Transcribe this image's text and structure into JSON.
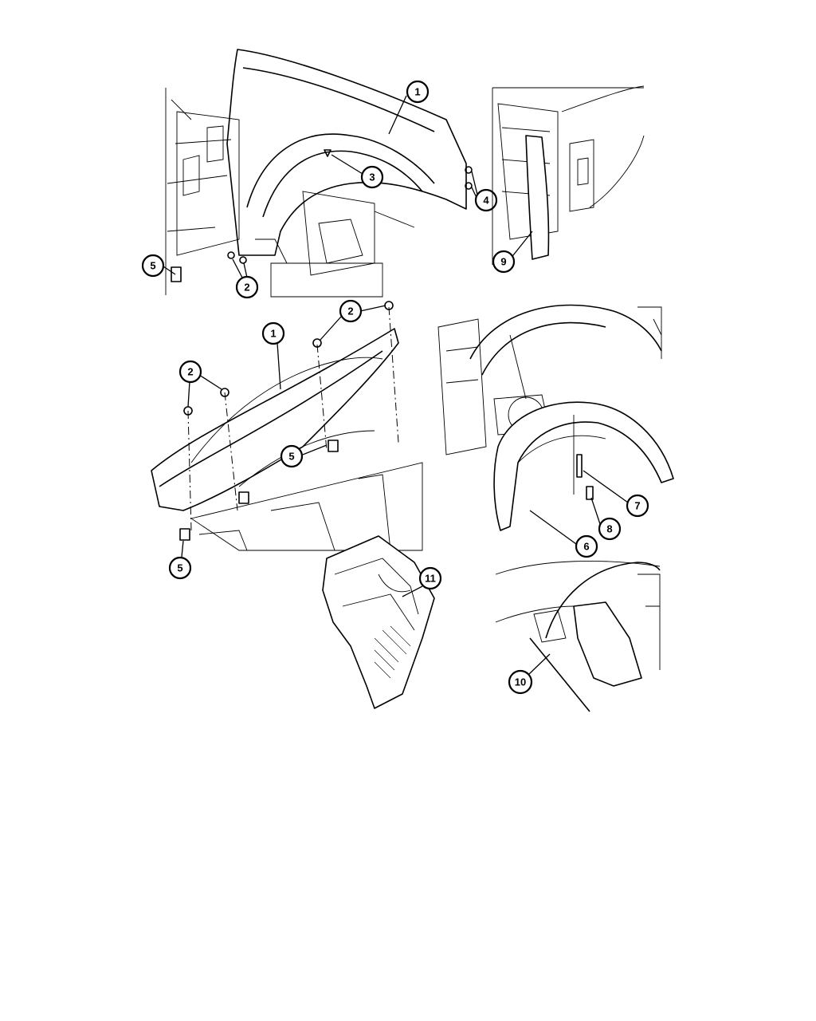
{
  "colors": {
    "line": "#000000",
    "paper": "#ffffff"
  },
  "views": [
    {
      "name": "fender-front-view",
      "callouts": [
        {
          "label": "1"
        },
        {
          "label": "3"
        },
        {
          "label": "4"
        },
        {
          "label": "5"
        },
        {
          "label": "2"
        }
      ]
    },
    {
      "name": "side-view-detail",
      "callouts": [
        {
          "label": "9"
        }
      ]
    },
    {
      "name": "fender-mounting-view",
      "callouts": [
        {
          "label": "2"
        },
        {
          "label": "1"
        },
        {
          "label": "2"
        },
        {
          "label": "5"
        },
        {
          "label": "5"
        }
      ]
    },
    {
      "name": "wheelhouse-liner-view",
      "callouts": [
        {
          "label": "7"
        },
        {
          "label": "8"
        },
        {
          "label": "6"
        }
      ]
    },
    {
      "name": "shield-detail-view",
      "callouts": [
        {
          "label": "11"
        }
      ]
    },
    {
      "name": "flare-detail-view",
      "callouts": [
        {
          "label": "10"
        }
      ]
    }
  ]
}
